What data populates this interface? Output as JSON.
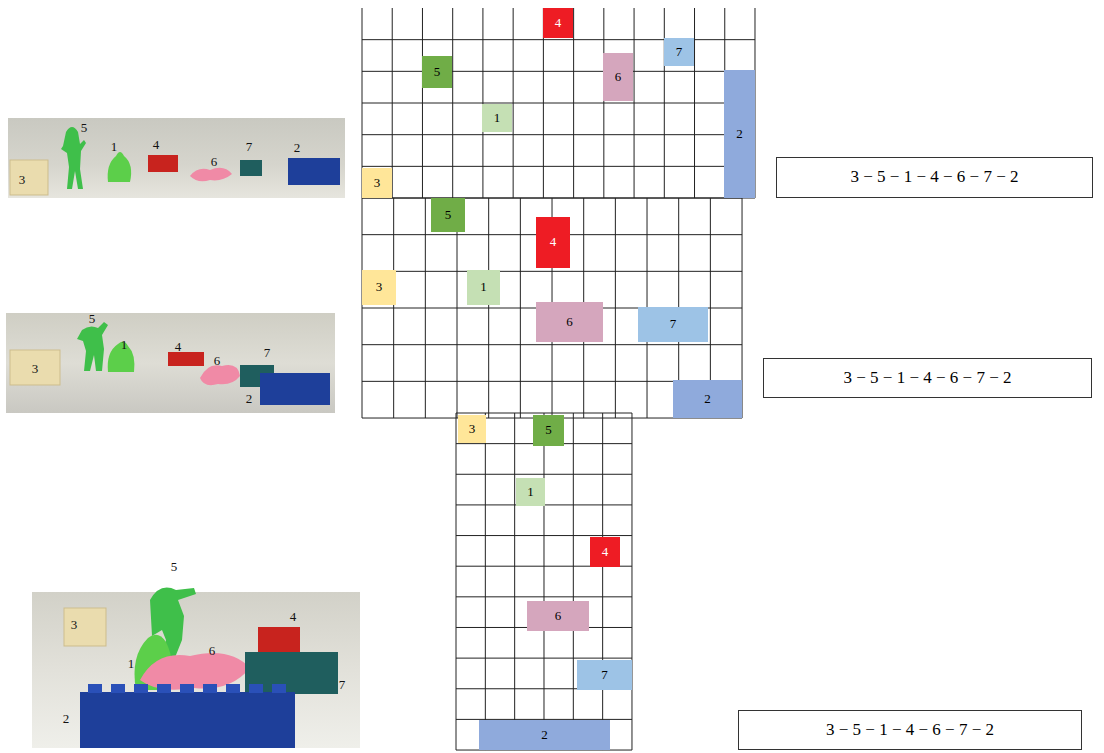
{
  "diagram": {
    "nodes": [
      {
        "text": [
          "4"
        ]
      },
      {
        "text": [
          "7"
        ]
      },
      {
        "text": [
          "5"
        ]
      },
      {
        "text": [
          "6"
        ]
      },
      {
        "text": [
          "1"
        ]
      },
      {
        "text": [
          "2"
        ]
      },
      {
        "text": [
          "3"
        ]
      },
      {
        "text": [
          "3 − 5 − 1 − 4 − 6 − 7 − 2"
        ]
      },
      {
        "text": [
          "5"
        ]
      },
      {
        "text": [
          "4"
        ]
      },
      {
        "text": [
          "3"
        ]
      },
      {
        "text": [
          "1"
        ]
      },
      {
        "text": [
          "6"
        ]
      },
      {
        "text": [
          "7"
        ]
      },
      {
        "text": [
          "2"
        ]
      },
      {
        "text": [
          "3 − 5 − 1 − 4 − 6 − 7 − 2"
        ]
      },
      {
        "text": [
          "3"
        ]
      },
      {
        "text": [
          "5"
        ]
      },
      {
        "text": [
          "1"
        ]
      },
      {
        "text": [
          "4"
        ]
      },
      {
        "text": [
          "6"
        ]
      },
      {
        "text": [
          "7"
        ]
      },
      {
        "text": [
          "2"
        ]
      },
      {
        "text": [
          "3 − 5 − 1 − 4 − 6 − 7 − 2"
        ]
      }
    ],
    "labels": [
      "3",
      "5",
      "1",
      "4",
      "6",
      "7",
      "2",
      "3",
      "5",
      "1",
      "4",
      "6",
      "7",
      "2",
      "5",
      "3",
      "1",
      "4",
      "6",
      "7",
      "2"
    ]
  }
}
